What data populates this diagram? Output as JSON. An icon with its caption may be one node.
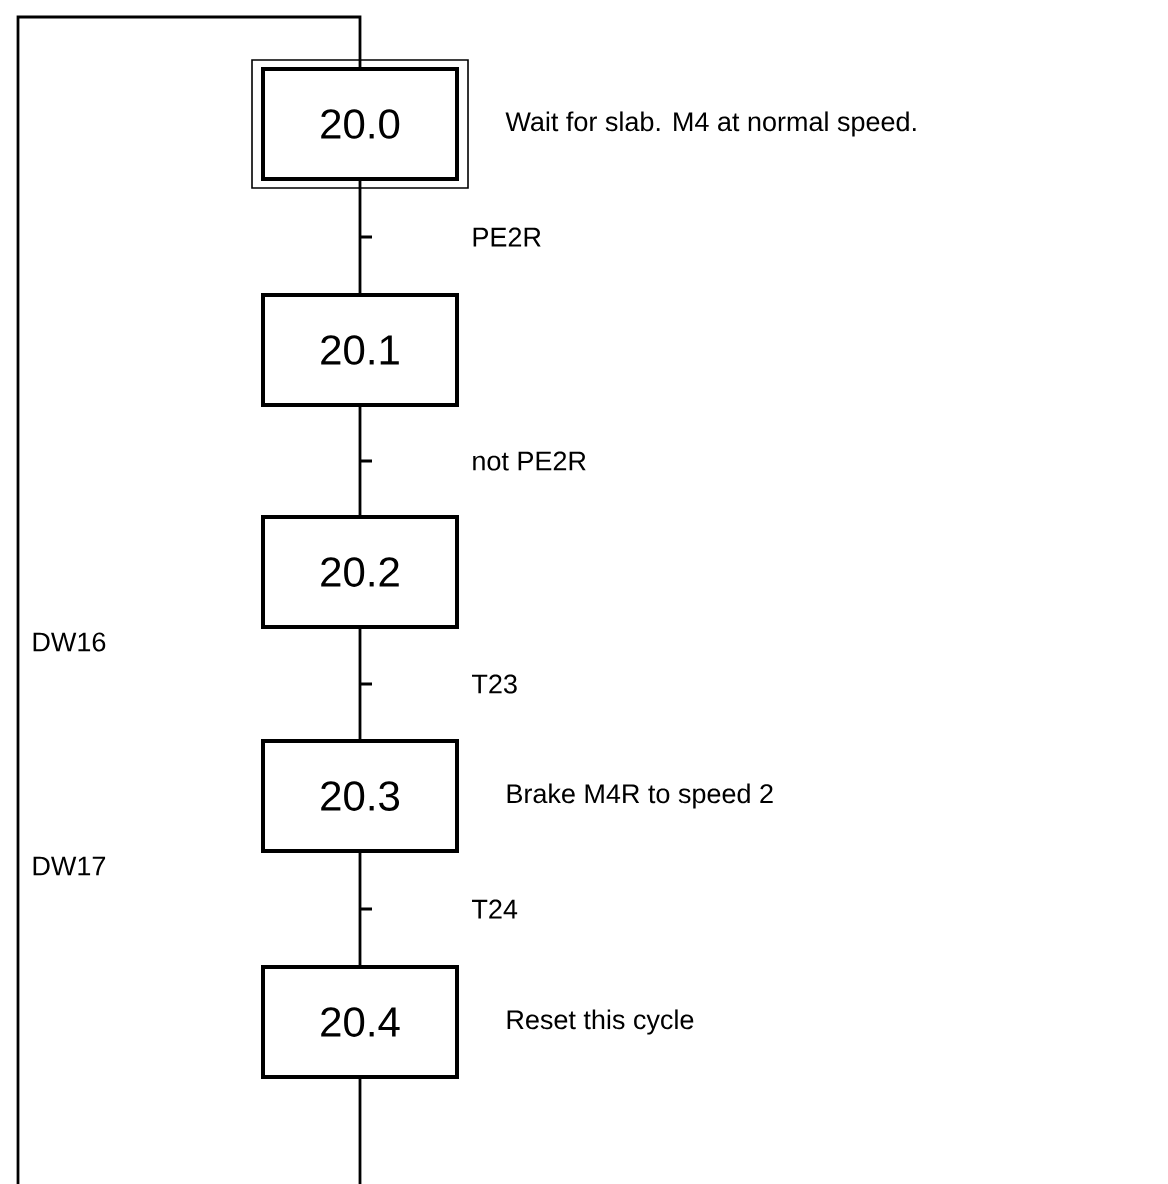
{
  "diagram": {
    "nodes": [
      {
        "text": [
          "20.0"
        ],
        "beside": [
          "Wait for slab. M4 at normal speed."
        ]
      },
      {
        "text": [
          "20.1"
        ]
      },
      {
        "text": [
          "20.2"
        ]
      },
      {
        "text": [
          "20.3"
        ],
        "beside": [
          "Brake M4R to speed 2"
        ]
      },
      {
        "text": [
          "20.4"
        ],
        "beside": [
          "Reset this cycle"
        ]
      }
    ],
    "edges": [
      {
        "from": 0,
        "to": 1,
        "arrow": "none",
        "label": "PE2R"
      },
      {
        "from": 1,
        "to": 2,
        "arrow": "none",
        "label": "not PE2R"
      },
      {
        "from": 2,
        "to": 3,
        "arrow": "none",
        "label": "T23"
      },
      {
        "from": 3,
        "to": 4,
        "arrow": "none",
        "label": "T24"
      },
      {
        "from": 4,
        "to": 0,
        "arrow": "none"
      }
    ],
    "labels": [
      "DW16",
      "DW17"
    ]
  }
}
